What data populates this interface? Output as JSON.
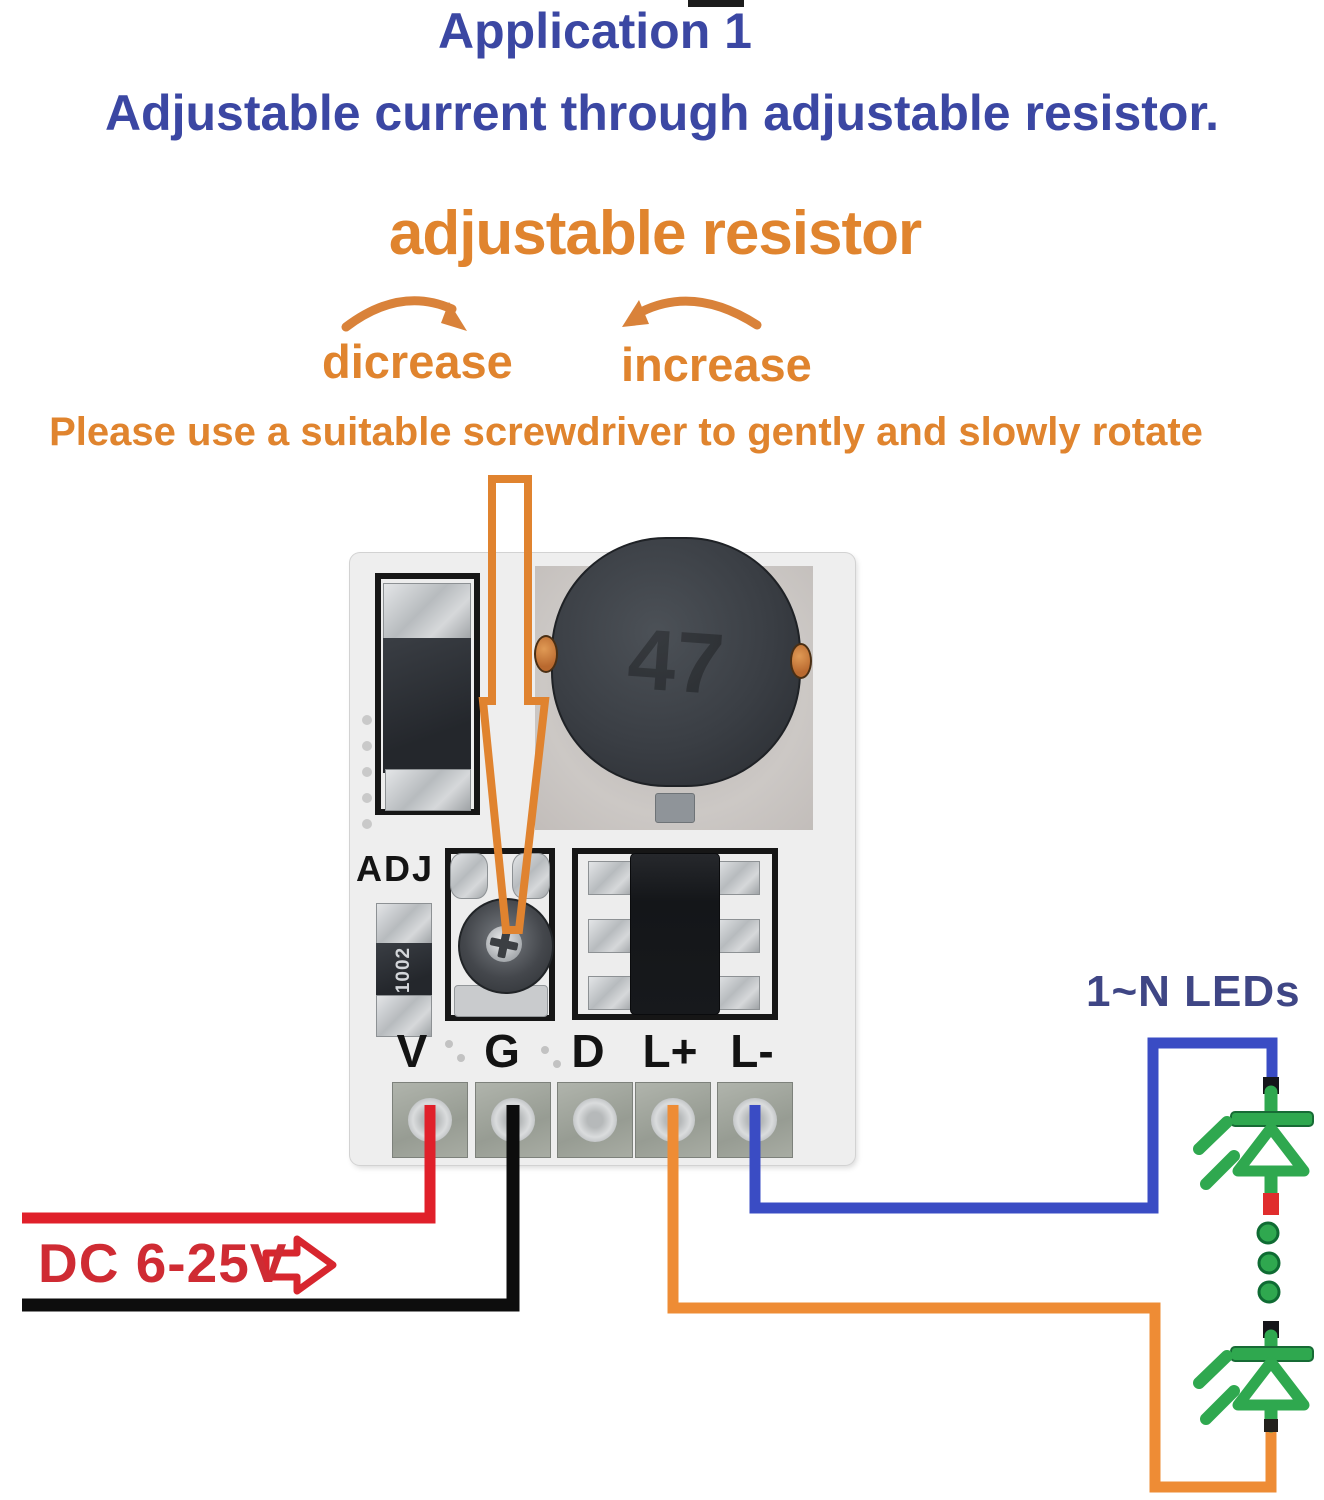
{
  "header": {
    "title": "Application 1",
    "subtitle": "Adjustable current through adjustable resistor."
  },
  "resistor_section": {
    "heading": "adjustable resistor",
    "decrease_label": "dicrease",
    "increase_label": "increase",
    "instruction": "Please use a suitable screwdriver to gently and slowly rotate"
  },
  "board": {
    "silkscreen_adj": "ADJ",
    "resistor_marking": "1002",
    "inductor_marking": "47",
    "pin_labels": [
      "V",
      "G",
      "D",
      "L+",
      "L-"
    ]
  },
  "power": {
    "input_label": "DC 6-25V"
  },
  "leds": {
    "count_label": "1~N LEDs"
  },
  "colors": {
    "heading_blue": "#3b47a3",
    "accent_orange": "#e0842e",
    "input_red": "#cf2b33",
    "wire_red": "#e0202a",
    "wire_black": "#0d0d0d",
    "wire_orange": "#ee8c35",
    "wire_blue": "#3a4cc4",
    "led_green": "#2fa84f",
    "leds_label_blue": "#3f4685"
  }
}
